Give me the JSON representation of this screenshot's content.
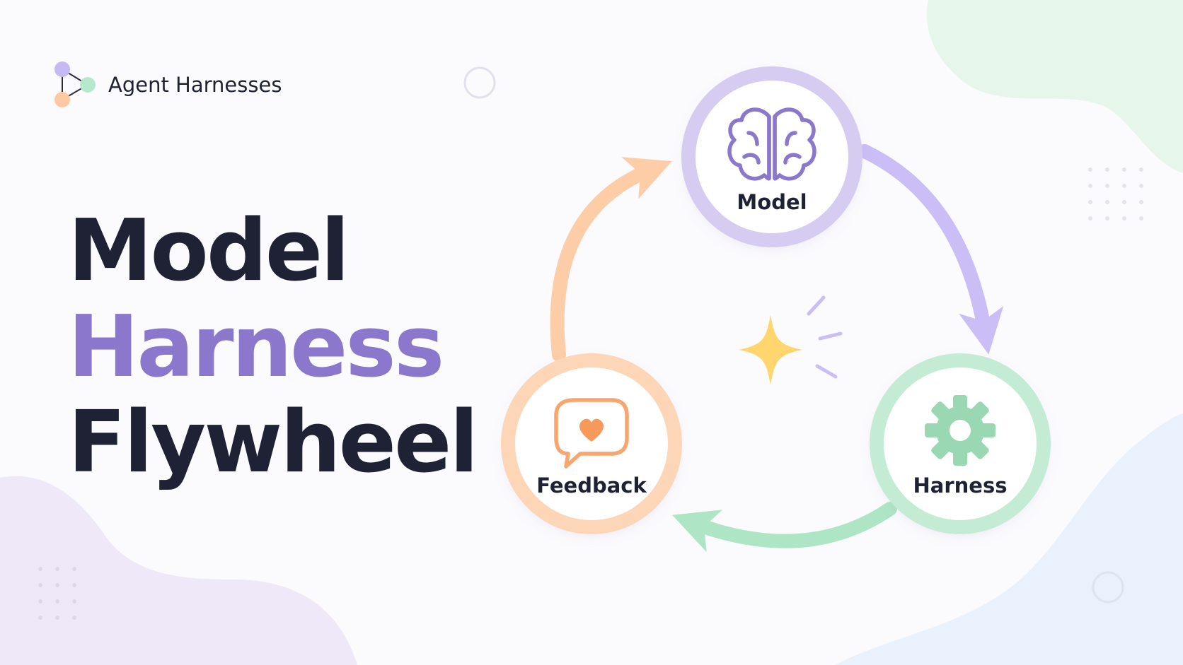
{
  "brand": {
    "name": "Agent Harnesses",
    "logo_icon": "connected-nodes-icon"
  },
  "title": {
    "line1": "Model",
    "line2": "Harness",
    "line3": "Flywheel"
  },
  "nodes": {
    "model": {
      "label": "Model",
      "icon": "brain-icon"
    },
    "harness": {
      "label": "Harness",
      "icon": "gear-icon"
    },
    "feedback": {
      "label": "Feedback",
      "icon": "heart-chat-icon"
    }
  },
  "center": {
    "icon": "sparkle-icon"
  },
  "colors": {
    "ink": "#1f2235",
    "accent_purple": "#8b78cd",
    "model_ring": "#d6cbf1",
    "harness_ring": "#c4ebd4",
    "feedback_ring": "#fdd6b8",
    "arrow_purple": "#cbbdf5",
    "arrow_green": "#aee5c5",
    "arrow_orange": "#fdcda8",
    "sparkle": "#ffd66e"
  }
}
